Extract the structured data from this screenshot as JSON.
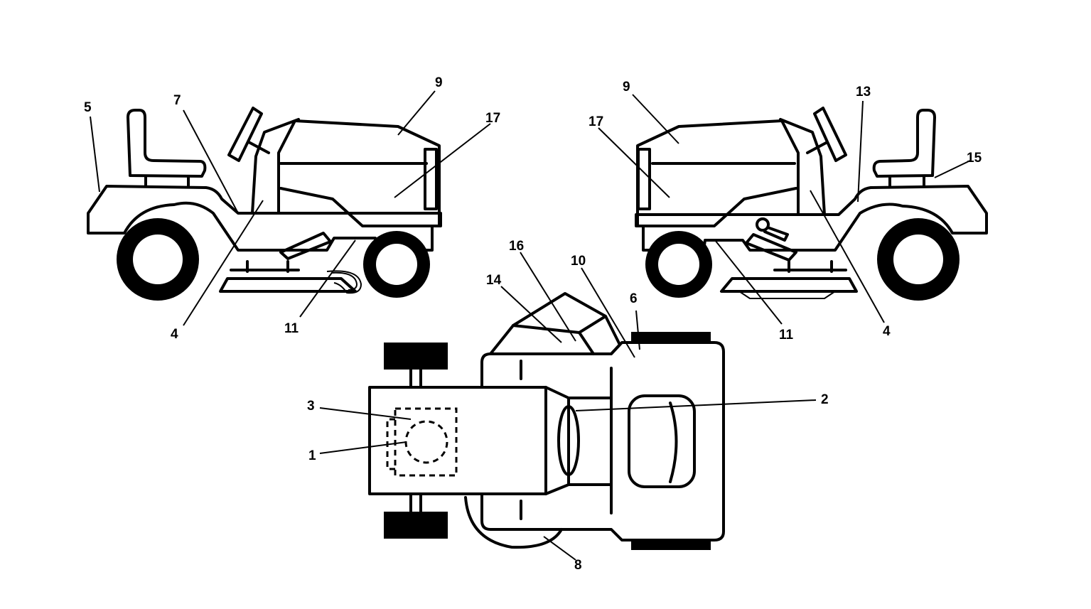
{
  "callouts": {
    "c1": "1",
    "c2": "2",
    "c3": "3",
    "c4_left": "4",
    "c4_right": "4",
    "c5": "5",
    "c6": "6",
    "c7": "7",
    "c8": "8",
    "c9_left": "9",
    "c9_right": "9",
    "c10": "10",
    "c11_left": "11",
    "c11_right": "11",
    "c13": "13",
    "c14": "14",
    "c15": "15",
    "c16": "16",
    "c17_left": "17",
    "c17_right": "17"
  },
  "colors": {
    "line": "#000000",
    "background": "#ffffff"
  }
}
